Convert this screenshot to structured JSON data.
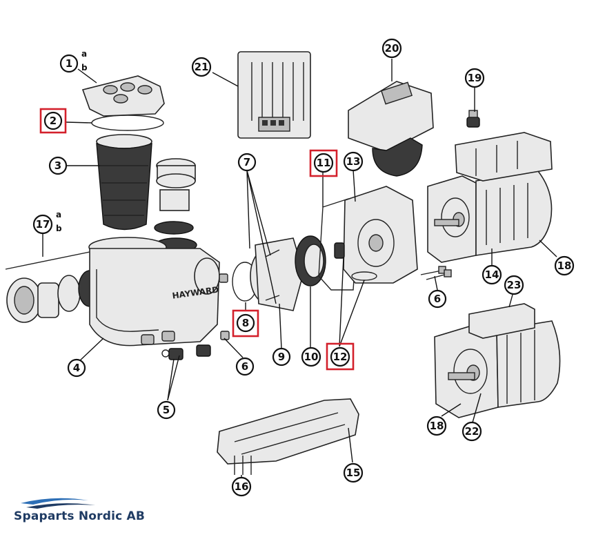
{
  "brand": {
    "name": "Spaparts Nordic AB",
    "color": "#1f3b63",
    "accent": "#2d6fb6"
  },
  "highlight_color": "#d3202b",
  "callouts": {
    "c1": "1",
    "c2": "2",
    "c3": "3",
    "c4": "4",
    "c5": "5",
    "c6a": "6",
    "c6b": "6",
    "c7": "7",
    "c8": "8",
    "c9": "9",
    "c10": "10",
    "c11": "11",
    "c12": "12",
    "c13": "13",
    "c14": "14",
    "c15": "15",
    "c16": "16",
    "c17": "17",
    "c18a": "18",
    "c18b": "18",
    "c19": "19",
    "c20": "20",
    "c21": "21",
    "c22": "22",
    "c23": "23"
  },
  "suffixes": {
    "s1a": "a",
    "s1b": "b",
    "s17a": "a",
    "s17b": "b"
  },
  "highlighted": [
    "2",
    "8",
    "11",
    "12"
  ],
  "pump_label": "HAYWARD"
}
